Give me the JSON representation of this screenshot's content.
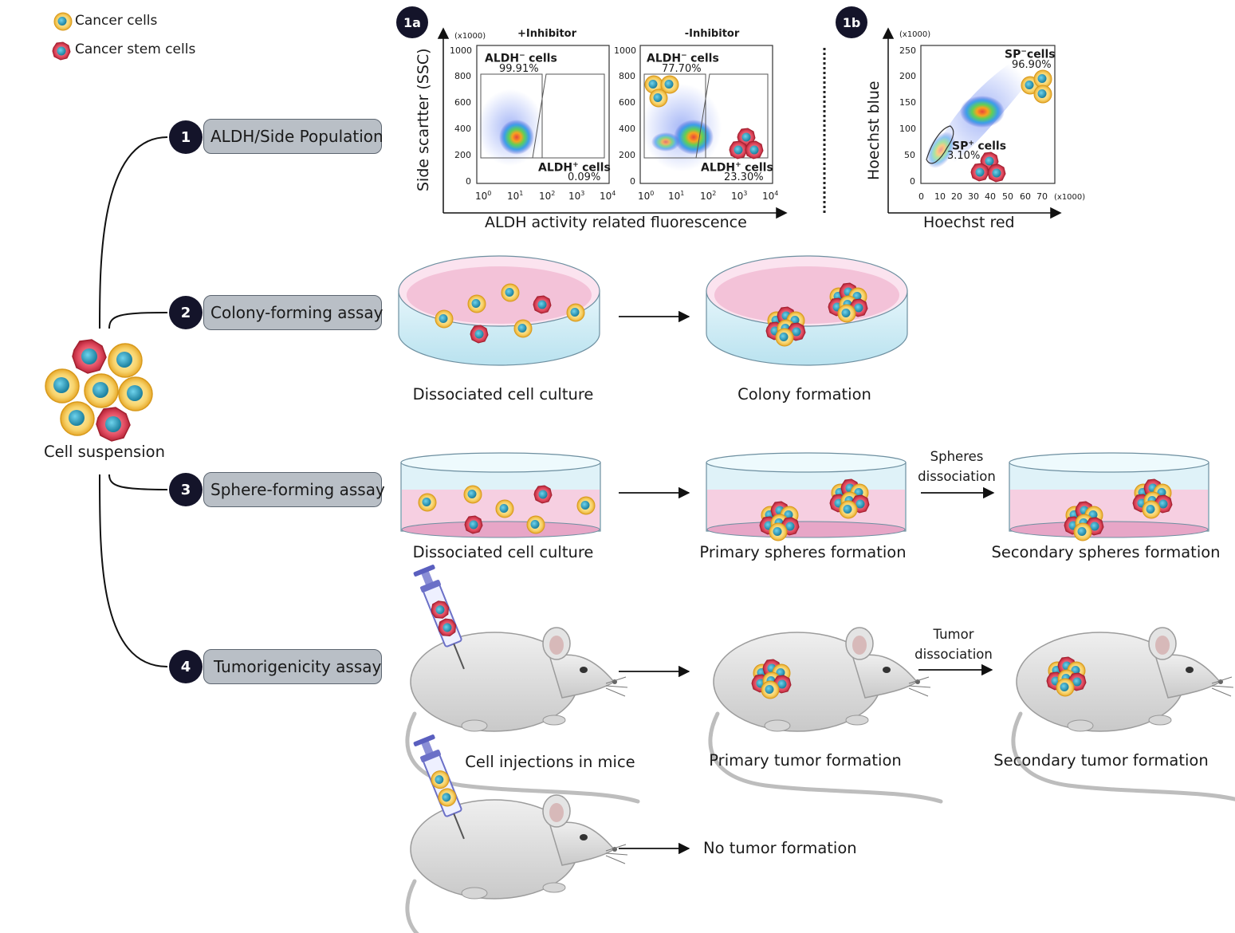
{
  "legend": {
    "cancer_cells": "Cancer cells",
    "cancer_stem_cells": "Cancer stem cells"
  },
  "cell_suspension": "Cell suspension",
  "steps": [
    {
      "num": "1",
      "label": "ALDH/Side Population"
    },
    {
      "num": "2",
      "label": "Colony-forming assay"
    },
    {
      "num": "3",
      "label": "Sphere-forming assay"
    },
    {
      "num": "4",
      "label": "Tumorigenicity assay"
    }
  ],
  "panel_1a": {
    "badge": "1a",
    "scale": "(x1000)",
    "y_label": "Side scartter (SSC)",
    "x_label": "ALDH activity related fluorescence",
    "y_ticks": [
      "1000",
      "800",
      "600",
      "400",
      "200",
      "0"
    ],
    "plots": [
      {
        "title": "+Inhibitor",
        "neg_label": "ALDH",
        "neg_pct": "99.91%",
        "pos_label": "ALDH",
        "pos_pct": "0.09%"
      },
      {
        "title": "-Inhibitor",
        "neg_label": "ALDH",
        "neg_pct": "77.70%",
        "pos_label": "ALDH",
        "pos_pct": "23.30%"
      }
    ]
  },
  "panel_1b": {
    "badge": "1b",
    "y_scale": "(x1000)",
    "x_scale": "(x1000)",
    "y_label": "Hoechst blue",
    "x_label": "Hoechst red",
    "y_ticks": [
      "250",
      "200",
      "150",
      "100",
      "50",
      "0"
    ],
    "x_ticks": [
      "0",
      "10",
      "20",
      "30",
      "40",
      "50",
      "60",
      "70"
    ],
    "sp_neg_label": "SP",
    "sp_neg_suffix": "cells",
    "sp_neg_pct": "96.90%",
    "sp_pos_label": "SP",
    "sp_pos_suffix": "cells",
    "sp_pos_pct": "3.10%"
  },
  "colony": {
    "left_caption": "Dissociated cell culture",
    "right_caption": "Colony formation"
  },
  "sphere": {
    "left_caption": "Dissociated cell culture",
    "mid_caption": "Primary spheres formation",
    "right_caption": "Secondary spheres formation",
    "step_line1": "Spheres",
    "step_line2": "dissociation"
  },
  "tumor": {
    "inject_caption": "Cell injections in mice",
    "mid_caption": "Primary tumor formation",
    "right_caption": "Secondary tumor formation",
    "step_line1": "Tumor",
    "step_line2": "dissociation",
    "no_tumor": "No tumor formation"
  },
  "colors": {
    "cancer_cell_outer": "#f5c542",
    "cancer_cell_nucleus": "#2aa7c9",
    "stem_cell_outer": "#e0495e",
    "stem_cell_nucleus": "#2a8fa8",
    "dish_liquid": "#f4c6dd",
    "dish_wall": "#d6eef7",
    "badge_fill": "#14142a",
    "pill_fill": "#b9bfc6"
  }
}
